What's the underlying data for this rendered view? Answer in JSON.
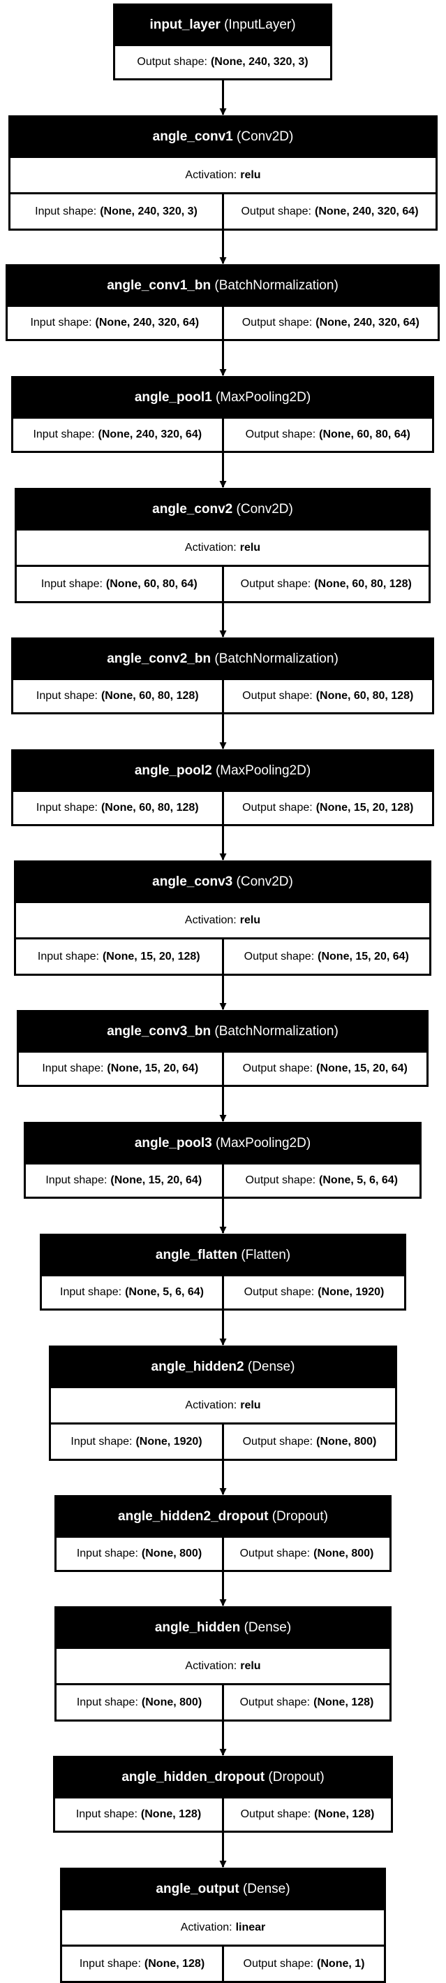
{
  "labels": {
    "activation": "Activation:",
    "input_shape": "Input shape:",
    "output_shape": "Output shape:"
  },
  "layers": [
    {
      "name": "input_layer",
      "type": "(InputLayer)",
      "output": "(None, 240, 320, 3)"
    },
    {
      "name": "angle_conv1",
      "type": "(Conv2D)",
      "activation": "relu",
      "input": "(None, 240, 320, 3)",
      "output": "(None, 240, 320, 64)"
    },
    {
      "name": "angle_conv1_bn",
      "type": "(BatchNormalization)",
      "input": "(None, 240, 320, 64)",
      "output": "(None, 240, 320, 64)"
    },
    {
      "name": "angle_pool1",
      "type": "(MaxPooling2D)",
      "input": "(None, 240, 320, 64)",
      "output": "(None, 60, 80, 64)"
    },
    {
      "name": "angle_conv2",
      "type": "(Conv2D)",
      "activation": "relu",
      "input": "(None, 60, 80, 64)",
      "output": "(None, 60, 80, 128)"
    },
    {
      "name": "angle_conv2_bn",
      "type": "(BatchNormalization)",
      "input": "(None, 60, 80, 128)",
      "output": "(None, 60, 80, 128)"
    },
    {
      "name": "angle_pool2",
      "type": "(MaxPooling2D)",
      "input": "(None, 60, 80, 128)",
      "output": "(None, 15, 20, 128)"
    },
    {
      "name": "angle_conv3",
      "type": "(Conv2D)",
      "activation": "relu",
      "input": "(None, 15, 20, 128)",
      "output": "(None, 15, 20, 64)"
    },
    {
      "name": "angle_conv3_bn",
      "type": "(BatchNormalization)",
      "input": "(None, 15, 20, 64)",
      "output": "(None, 15, 20, 64)"
    },
    {
      "name": "angle_pool3",
      "type": "(MaxPooling2D)",
      "input": "(None, 15, 20, 64)",
      "output": "(None, 5, 6, 64)"
    },
    {
      "name": "angle_flatten",
      "type": "(Flatten)",
      "input": "(None, 5, 6, 64)",
      "output": "(None, 1920)"
    },
    {
      "name": "angle_hidden2",
      "type": "(Dense)",
      "activation": "relu",
      "input": "(None, 1920)",
      "output": "(None, 800)"
    },
    {
      "name": "angle_hidden2_dropout",
      "type": "(Dropout)",
      "input": "(None, 800)",
      "output": "(None, 800)"
    },
    {
      "name": "angle_hidden",
      "type": "(Dense)",
      "activation": "relu",
      "input": "(None, 800)",
      "output": "(None, 128)"
    },
    {
      "name": "angle_hidden_dropout",
      "type": "(Dropout)",
      "input": "(None, 128)",
      "output": "(None, 128)"
    },
    {
      "name": "angle_output",
      "type": "(Dense)",
      "activation": "linear",
      "input": "(None, 128)",
      "output": "(None, 1)"
    }
  ]
}
